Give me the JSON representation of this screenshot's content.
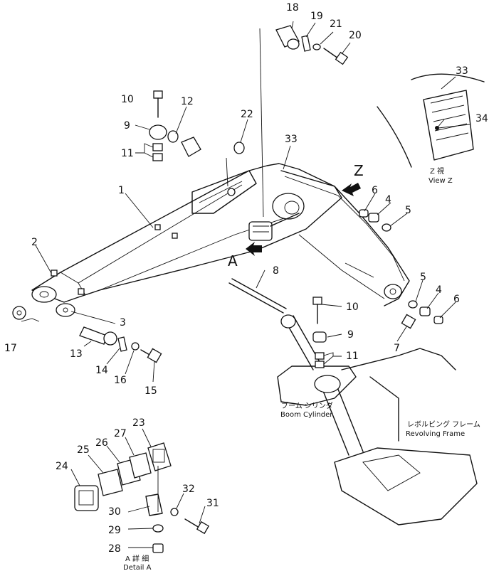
{
  "callouts": {
    "n1": "1",
    "n2": "2",
    "n3": "3",
    "n4a": "4",
    "n4b": "4",
    "n5a": "5",
    "n5b": "5",
    "n6a": "6",
    "n6b": "6",
    "n7": "7",
    "n8": "8",
    "n9a": "9",
    "n9b": "9",
    "n10a": "10",
    "n10b": "10",
    "n11a": "11",
    "n11b": "11",
    "n12": "12",
    "n13": "13",
    "n14": "14",
    "n15": "15",
    "n16": "16",
    "n17": "17",
    "n18": "18",
    "n19": "19",
    "n20": "20",
    "n21": "21",
    "n22": "22",
    "n23": "23",
    "n24": "24",
    "n25": "25",
    "n26": "26",
    "n27": "27",
    "n28": "28",
    "n29": "29",
    "n30": "30",
    "n31": "31",
    "n32": "32",
    "n33a": "33",
    "n33b": "33",
    "n34": "34"
  },
  "markers": {
    "a": "A",
    "z": "Z"
  },
  "labels": {
    "view_z_jp": "Z  視",
    "view_z_en": "View Z",
    "boom_cyl_jp": "ブーム シリンダ",
    "boom_cyl_en": "Boom Cylinder",
    "rev_frame_jp": "レボルビング フレーム",
    "rev_frame_en": "Revolving Frame",
    "detail_a_jp": "A 詳 細",
    "detail_a_en": "Detail A"
  }
}
